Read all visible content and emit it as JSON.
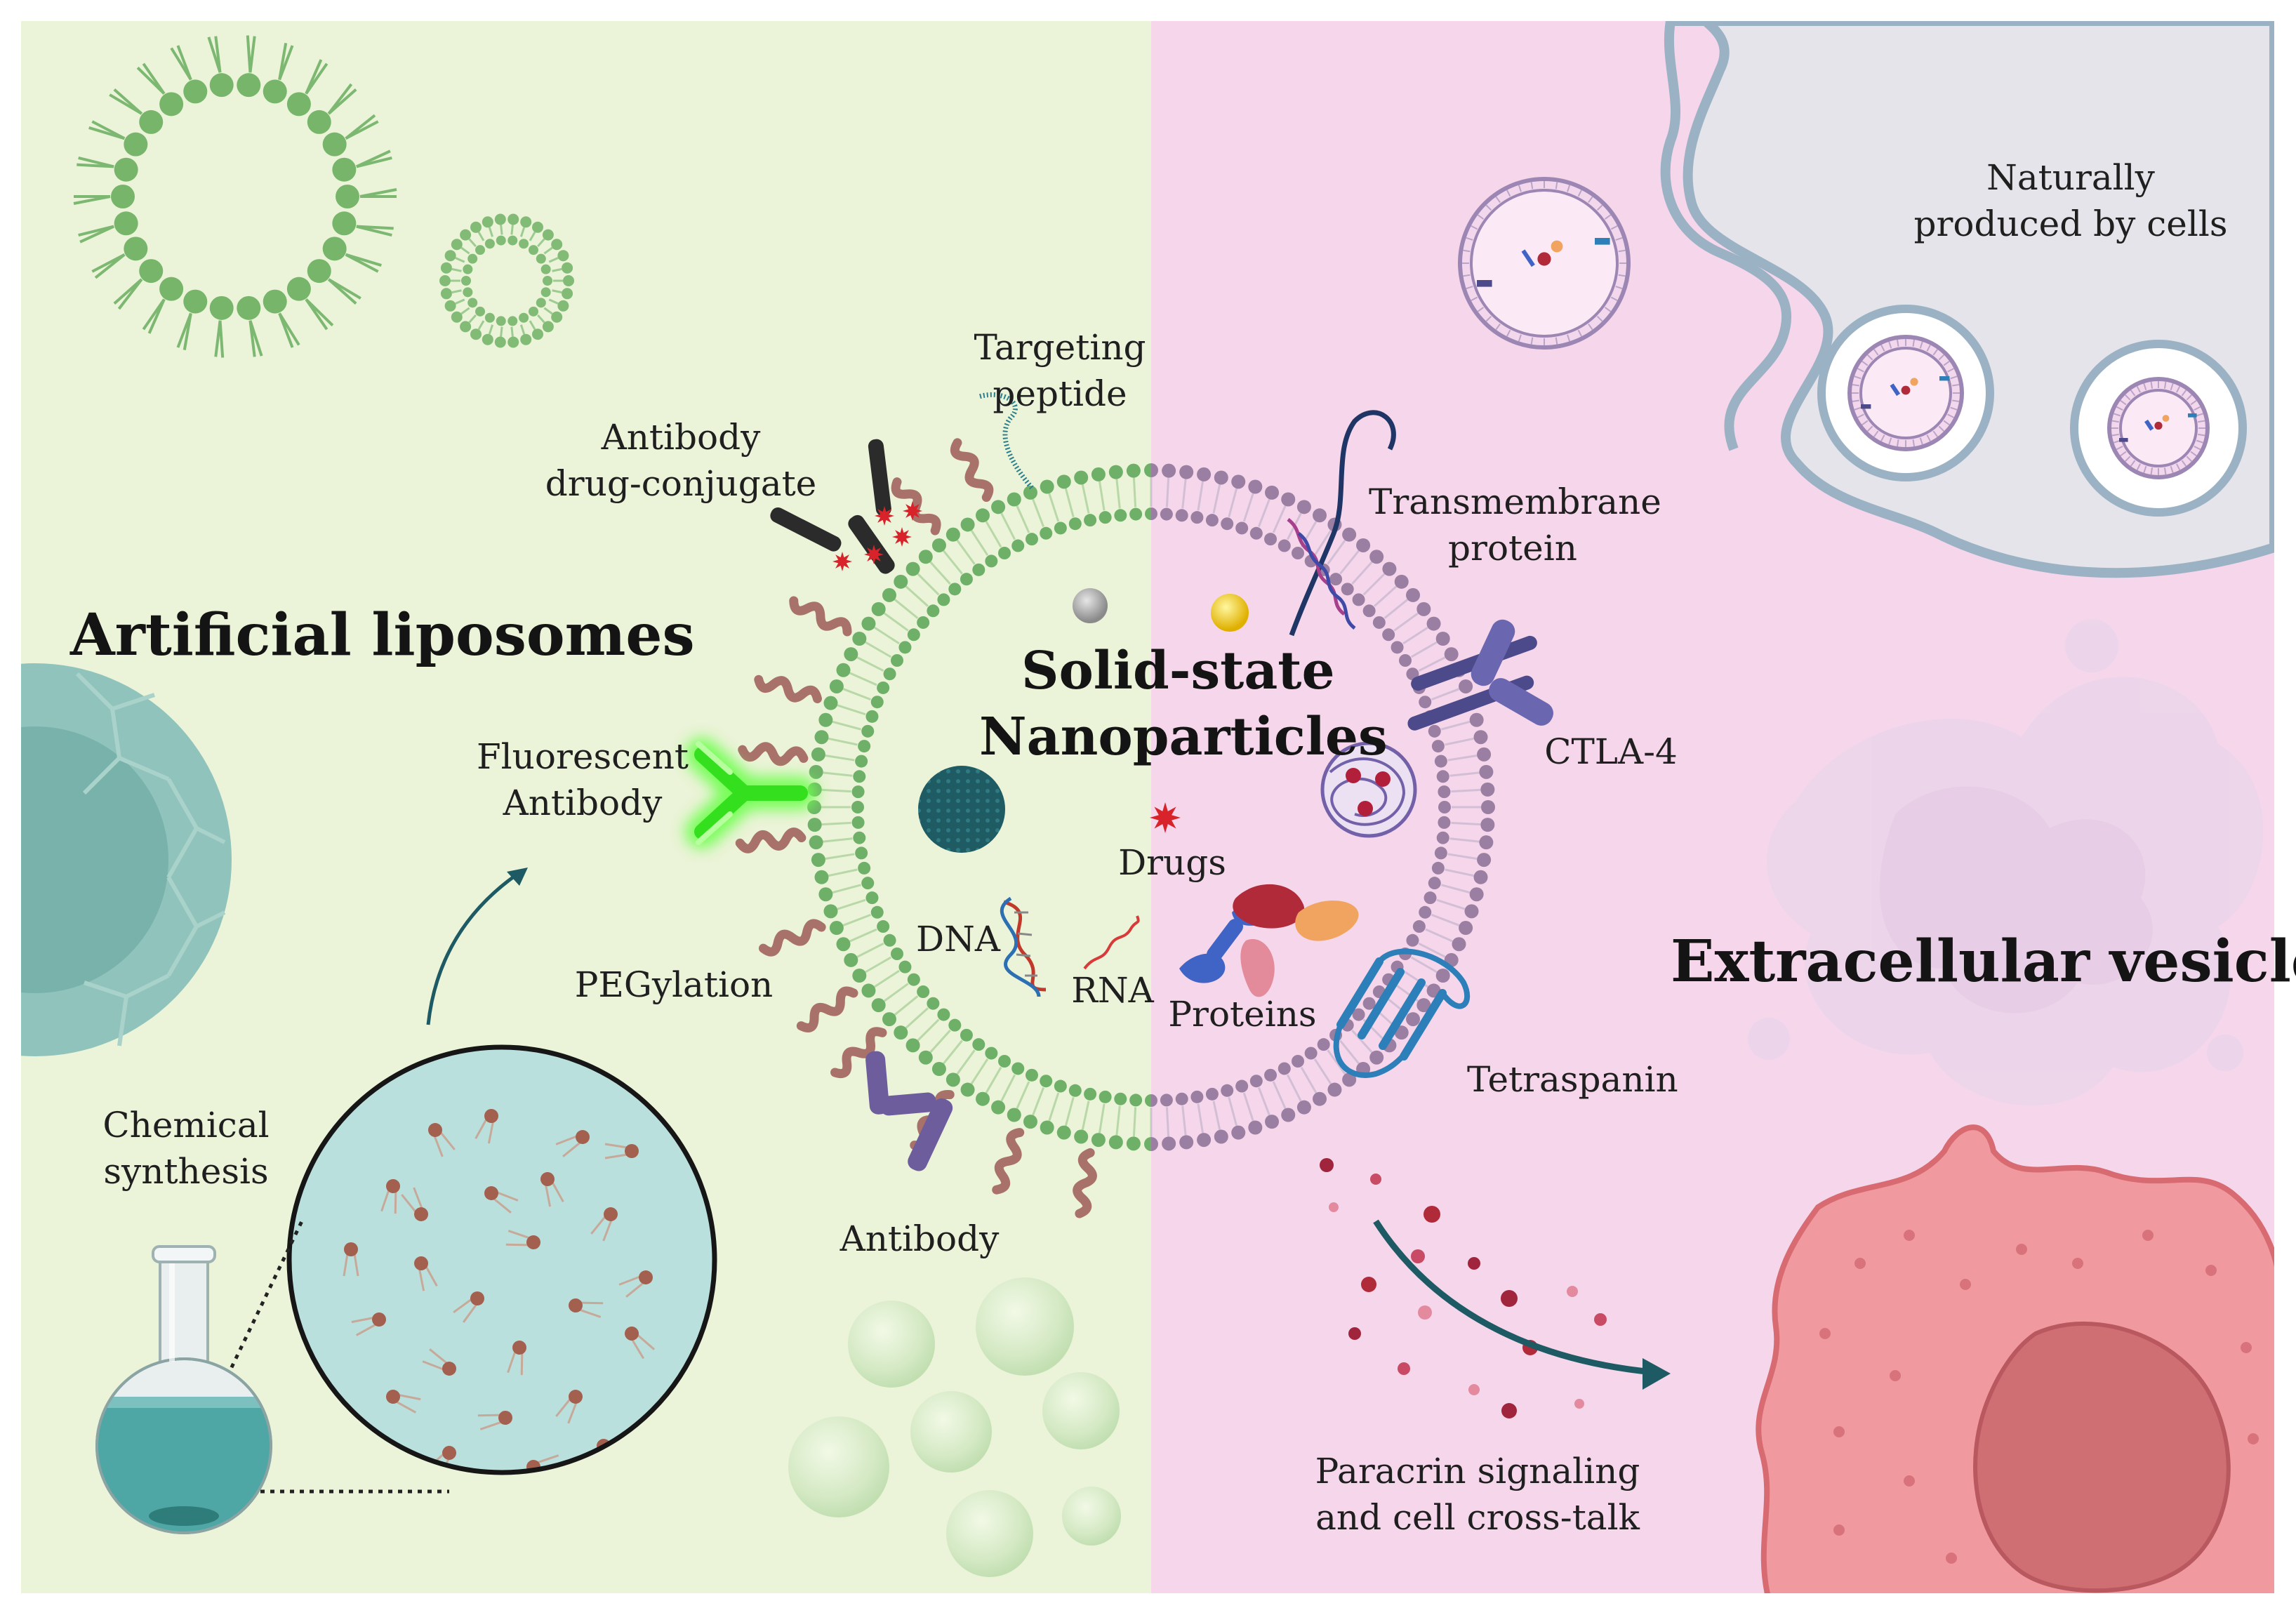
{
  "panels": {
    "left_heading": "Artificial liposomes",
    "right_heading": "Extracellular vesicles",
    "center_heading_line1": "Solid-state",
    "center_heading_line2": "Nanoparticles"
  },
  "labels": {
    "targeting_peptide_1": "Targeting",
    "targeting_peptide_2": "peptide",
    "adc_1": "Antibody",
    "adc_2": "drug-conjugate",
    "fluorescent_1": "Fluorescent",
    "fluorescent_2": "Antibody",
    "pegylation": "PEGylation",
    "antibody": "Antibody",
    "chemical_1": "Chemical",
    "chemical_2": "synthesis",
    "dna": "DNA",
    "rna": "RNA",
    "drugs": "Drugs",
    "proteins": "Proteins",
    "transmembrane_1": "Transmembrane",
    "transmembrane_2": "protein",
    "ctla4": "CTLA-4",
    "tetraspanin": "Tetraspanin",
    "natural_1": "Naturally",
    "natural_2": "produced by cells",
    "paracrine_1": "Paracrin signaling",
    "paracrine_2": "and cell cross-talk"
  },
  "colors": {
    "left_background": "#ebf3d8",
    "right_background": "#f6d6ea",
    "liposome_green": "#6fb069",
    "vesicle_purple": "#9a7fa3",
    "peg_brown": "#a8726a",
    "cell_red": "#ee8f93",
    "arrow_teal": "#1d5a63"
  },
  "icons": [
    "liposome-ring-icon",
    "small-vesicle-icon",
    "cell-fragment-icon",
    "flask-icon",
    "magnified-lipids-icon",
    "antibody-icon",
    "fluorescent-antibody-icon",
    "drug-star-icon",
    "dna-helix-icon",
    "rna-strand-icon",
    "protein-blob-icon",
    "transmembrane-protein-icon",
    "ctla4-receptor-icon",
    "tetraspanin-icon",
    "budding-cell-icon",
    "target-cell-icon",
    "bubble-icon",
    "arrow-icon"
  ]
}
